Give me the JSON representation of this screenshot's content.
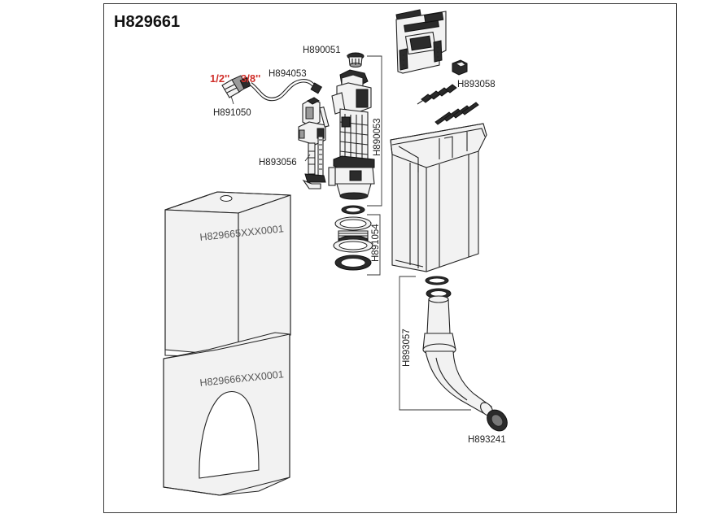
{
  "title": "H829661",
  "labels": {
    "h890051": "H890051",
    "h894053": "H894053",
    "h891050": "H891050",
    "h893056": "H893056",
    "h890053": "H890053",
    "h891054": "H891054",
    "h893058": "H893058",
    "h893057": "H893057",
    "h893241": "H893241",
    "half_inch": "1/2''",
    "three_eighths_inch": "3/8''"
  },
  "parts": {
    "tank_lid": "H829665XXX0001",
    "tank_base": "H829666XXX0001"
  },
  "colors": {
    "line": "#222222",
    "accent_red": "#d0302b",
    "part_fill": "#f2f2f2"
  }
}
